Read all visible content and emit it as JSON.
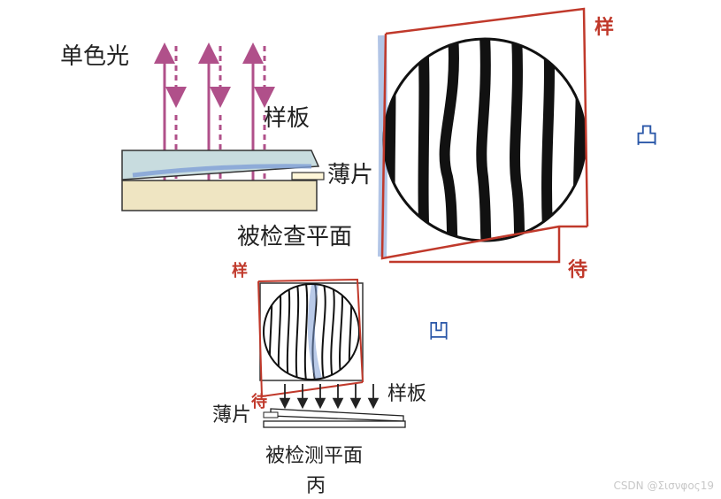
{
  "labels": {
    "monochromatic_light": "单色光",
    "sample_plate_top": "样板",
    "thin_sheet_top": "薄片",
    "inspected_plane_top": "被检查平面",
    "sample_plate_bottom": "样板",
    "thin_sheet_bottom": "薄片",
    "inspected_plane_bottom": "被检测平面",
    "figure_bing": "丙"
  },
  "annotations": {
    "top_right_corner": "样",
    "bottom_right_corner": "待",
    "small_top_left": "样",
    "small_bottom_left": "待",
    "mark_large": "凸",
    "mark_small": "凹"
  },
  "watermark": "CSDN @Σισνφος19",
  "colors": {
    "arrow": "#b0508a",
    "annotation": "#c0392b",
    "highlight": "#7f9fd6",
    "mark": "#2a57a8",
    "plate": "#c8dcdf",
    "base": "#efe5c2"
  }
}
